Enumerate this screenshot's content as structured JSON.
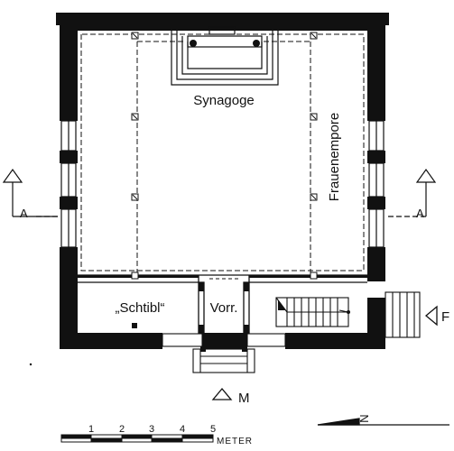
{
  "rooms": {
    "synagogue": "Synagoge",
    "womens_gallery": "Frauenempore",
    "schtibl": "„Schtibl“",
    "vestibule": "Vorr."
  },
  "sections": {
    "left": "A",
    "right": "A",
    "elevation_main": "M",
    "elevation_side": "F"
  },
  "scale": {
    "ticks": [
      "1",
      "2",
      "3",
      "4",
      "5"
    ],
    "unit": "METER"
  },
  "north": "N"
}
